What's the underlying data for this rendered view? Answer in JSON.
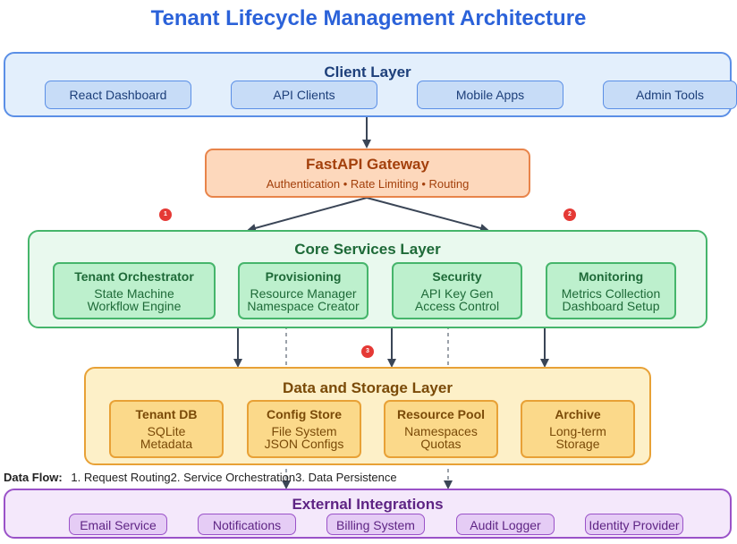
{
  "title": "Tenant Lifecycle Management Architecture",
  "client_layer": {
    "title": "Client Layer",
    "items": [
      "React Dashboard",
      "API Clients",
      "Mobile Apps",
      "Admin Tools"
    ]
  },
  "gateway": {
    "title": "FastAPI Gateway",
    "subtitle": "Authentication • Rate Limiting • Routing"
  },
  "core_layer": {
    "title": "Core Services Layer",
    "services": [
      {
        "name": "Tenant Orchestrator",
        "line1": "State Machine",
        "line2": "Workflow Engine"
      },
      {
        "name": "Provisioning",
        "line1": "Resource Manager",
        "line2": "Namespace Creator"
      },
      {
        "name": "Security",
        "line1": "API Key Gen",
        "line2": "Access Control"
      },
      {
        "name": "Monitoring",
        "line1": "Metrics Collection",
        "line2": "Dashboard Setup"
      }
    ]
  },
  "data_layer": {
    "title": "Data and Storage Layer",
    "stores": [
      {
        "name": "Tenant DB",
        "line1": "SQLite",
        "line2": "Metadata"
      },
      {
        "name": "Config Store",
        "line1": "File System",
        "line2": "JSON Configs"
      },
      {
        "name": "Resource Pool",
        "line1": "Namespaces",
        "line2": "Quotas"
      },
      {
        "name": "Archive",
        "line1": "Long-term",
        "line2": "Storage"
      }
    ]
  },
  "external_layer": {
    "title": "External Integrations",
    "items": [
      "Email Service",
      "Notifications",
      "Billing System",
      "Audit Logger",
      "Identity Provider"
    ]
  },
  "badges": [
    "1",
    "2",
    "3"
  ],
  "legend": {
    "label": "Data Flow:",
    "steps": [
      "1. Request Routing",
      "2. Service Orchestration",
      "3. Data Persistence"
    ]
  },
  "colors": {
    "title": "#2b62d9",
    "client_fill": "#e3effc",
    "client_border": "#5b8fe6",
    "client_text": "#1d3f7a",
    "gateway_fill": "#fdd8bc",
    "gateway_border": "#e8844a",
    "gateway_text": "#a3400c",
    "core_fill": "#e9f9ee",
    "core_border": "#46b56b",
    "core_text": "#1e6a38",
    "data_fill": "#fdf0c8",
    "data_border": "#e8a136",
    "data_text": "#7a4a08",
    "ext_fill": "#f4e8fb",
    "ext_border": "#9a52c8",
    "ext_text": "#5e2484",
    "badge": "#e53935"
  }
}
